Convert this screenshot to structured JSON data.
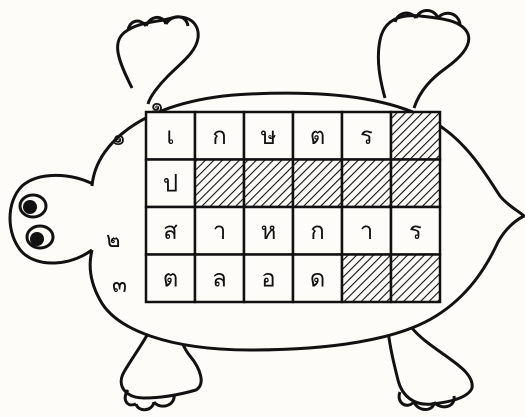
{
  "puzzle": {
    "column_number": "๑",
    "row_numbers": [
      "๑",
      "",
      "๒",
      "๓"
    ],
    "grid": [
      [
        {
          "text": "เ",
          "shaded": false
        },
        {
          "text": "ก",
          "shaded": false
        },
        {
          "text": "ษ",
          "shaded": false
        },
        {
          "text": "ต",
          "shaded": false
        },
        {
          "text": "ร",
          "shaded": false
        },
        {
          "text": "",
          "shaded": true
        }
      ],
      [
        {
          "text": "ป",
          "shaded": false
        },
        {
          "text": "",
          "shaded": true
        },
        {
          "text": "",
          "shaded": true
        },
        {
          "text": "",
          "shaded": true
        },
        {
          "text": "",
          "shaded": true
        },
        {
          "text": "",
          "shaded": true
        }
      ],
      [
        {
          "text": "ส",
          "shaded": false
        },
        {
          "text": "า",
          "shaded": false
        },
        {
          "text": "ห",
          "shaded": false
        },
        {
          "text": "ก",
          "shaded": false
        },
        {
          "text": "า",
          "shaded": false
        },
        {
          "text": "ร",
          "shaded": false
        }
      ],
      [
        {
          "text": "ต",
          "shaded": false
        },
        {
          "text": "ล",
          "shaded": false
        },
        {
          "text": "อ",
          "shaded": false
        },
        {
          "text": "ด",
          "shaded": false
        },
        {
          "text": "",
          "shaded": true
        },
        {
          "text": "",
          "shaded": true
        }
      ]
    ]
  },
  "colors": {
    "ink": "#111111",
    "paper": "#fdfcf9"
  }
}
